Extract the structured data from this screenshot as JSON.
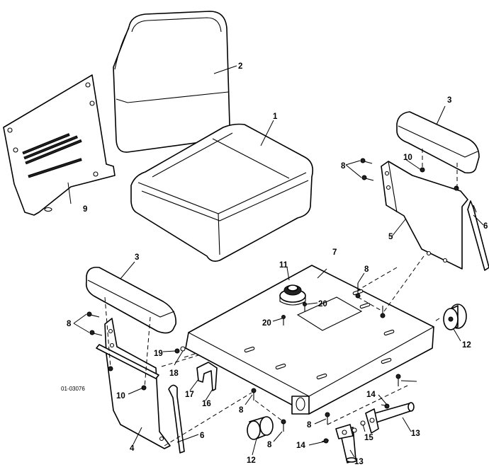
{
  "figure_code": "01-03076",
  "callouts": {
    "c1": "1",
    "c2": "2",
    "c3a": "3",
    "c3b": "3",
    "c4": "4",
    "c5": "5",
    "c6a": "6",
    "c6b": "6",
    "c7": "7",
    "c8a": "8",
    "c8b": "8",
    "c8c": "8",
    "c8d": "8",
    "c8e": "8",
    "c8f": "8",
    "c9": "9",
    "c10a": "10",
    "c10b": "10",
    "c11": "11",
    "c12a": "12",
    "c12b": "12",
    "c13a": "13",
    "c13b": "13",
    "c14a": "14",
    "c14b": "14",
    "c15": "15",
    "c16": "16",
    "c17": "17",
    "c18": "18",
    "c19": "19",
    "c20a": "20",
    "c20b": "20"
  },
  "colors": {
    "line": "#000000",
    "background": "#ffffff"
  }
}
